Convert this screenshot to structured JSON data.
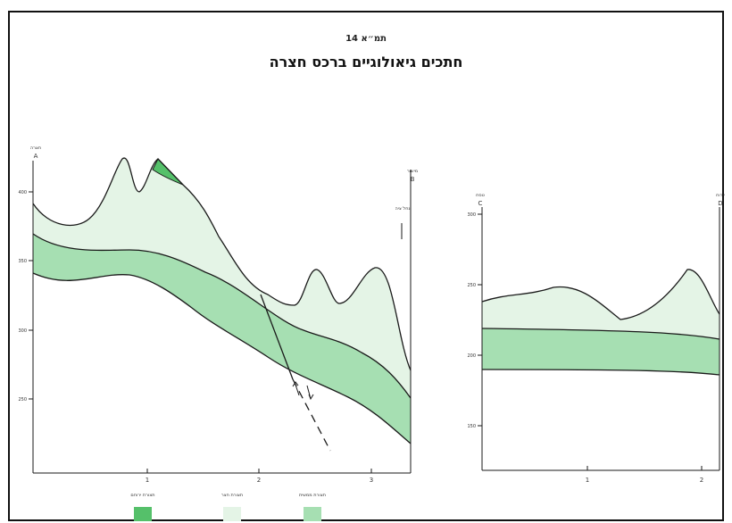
{
  "figure": {
    "number": "תמ״א 14",
    "title": "חתכים גיאולוגיים ברכס חצרה"
  },
  "section_ab": {
    "end_left": {
      "name": "חצרה",
      "letter": "A"
    },
    "end_right": {
      "name": "מישור",
      "letter": "B"
    },
    "stream_label": "נחל ציה",
    "y_ticks": [
      "400",
      "350",
      "300",
      "250"
    ],
    "x_ticks": [
      "1",
      "2",
      "3"
    ]
  },
  "section_cd": {
    "end_left": {
      "name": "טסח",
      "letter": "C"
    },
    "end_right": {
      "name": "יירוח",
      "letter": "D"
    },
    "y_ticks": [
      "300",
      "250",
      "200",
      "150"
    ],
    "x_ticks": [
      "1",
      "2"
    ]
  },
  "legend": [
    {
      "label": "תצורת ירוחם",
      "color": "#55c06a"
    },
    {
      "label": "תצורת חצר",
      "color": "#e4f4e6"
    },
    {
      "label": "תצורת ממשית",
      "color": "#a6dfb2"
    }
  ],
  "colors": {
    "upper_layer": "#e4f4e6",
    "middle_layer": "#a6dfb2",
    "cap_layer": "#55c06a",
    "line": "#1a1a1a"
  }
}
